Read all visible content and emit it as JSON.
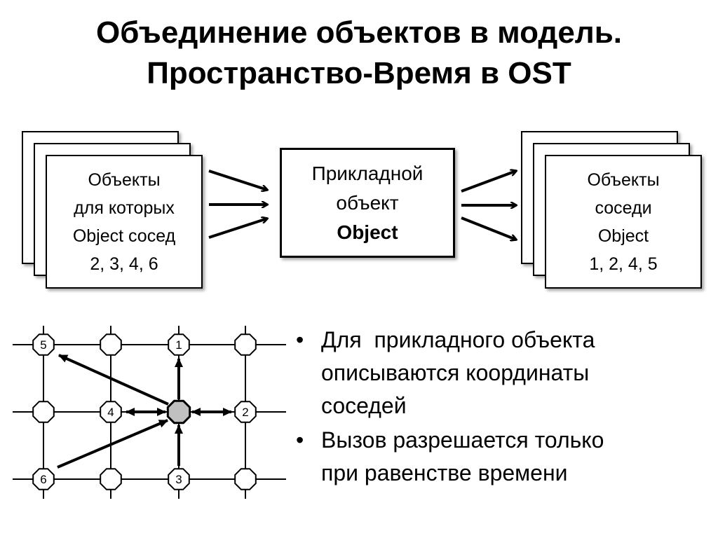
{
  "title": {
    "line1": "Объединение объектов в модель.",
    "line2": "Пространство-Время в OST"
  },
  "left_box": {
    "lines": [
      "Объекты",
      "для которых",
      "Object сосед",
      "2, 3, 4, 6"
    ]
  },
  "center_box": {
    "lines": [
      "Прикладной",
      "объект"
    ],
    "bold_line": "Object"
  },
  "right_box": {
    "lines": [
      "Объекты",
      "соседи",
      "Object",
      "1, 2, 4, 5"
    ]
  },
  "grid": {
    "labels": {
      "n1": "1",
      "n2": "2",
      "n3": "3",
      "n4": "4",
      "n5": "5",
      "n6": "6"
    },
    "colors": {
      "center_fill": "#c0c0c0",
      "node_fill": "#ffffff",
      "stroke": "#000000"
    }
  },
  "bullets": {
    "marker": "•",
    "item1": [
      "Для  прикладного объекта",
      "описываются координаты",
      "соседей"
    ],
    "item2": [
      "Вызов разрешается только",
      "при равенстве времени"
    ]
  }
}
